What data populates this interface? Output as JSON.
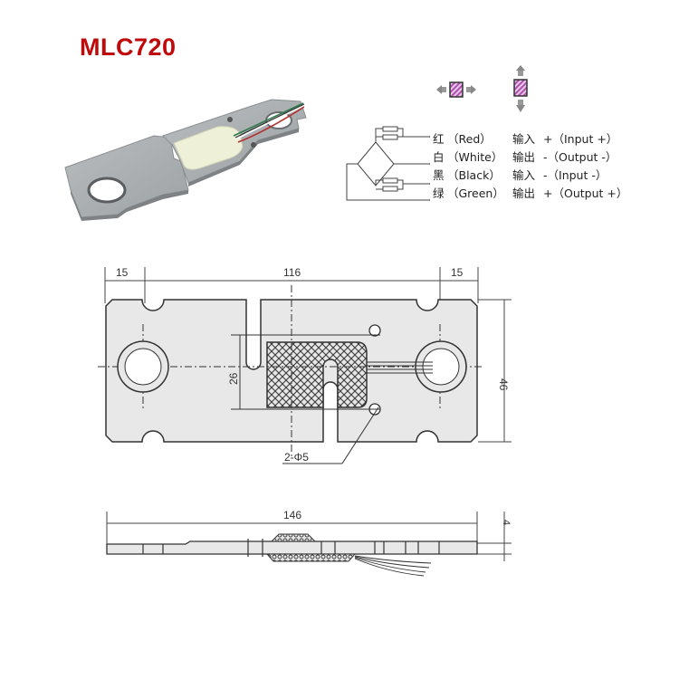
{
  "title": "MLC720",
  "colors": {
    "title": "#c0090b",
    "plate": "#e8e8e8",
    "line": "#333333",
    "strain_gauge_icon": "#c070c0"
  },
  "product_photo": {
    "description": "Shear beam load cell plate photo with colored wires"
  },
  "load_direction_icons": [
    {
      "name": "horizontal-load-direction",
      "arrows": "left-right"
    },
    {
      "name": "vertical-load-direction",
      "arrows": "up-down"
    }
  ],
  "wiring": {
    "rows": [
      {
        "cn_color": "红",
        "en_color": "（Red）",
        "cn_func": "输入",
        "en_func": "+（Input  +）"
      },
      {
        "cn_color": "白",
        "en_color": "（White）",
        "cn_func": "输出",
        "en_func": "-（Output -）"
      },
      {
        "cn_color": "黑",
        "en_color": "（Black）",
        "cn_func": "输入",
        "en_func": "-（Input -）"
      },
      {
        "cn_color": "绿",
        "en_color": "（Green）",
        "cn_func": "输出",
        "en_func": "+（Output +）"
      }
    ]
  },
  "top_view": {
    "dims": {
      "left_margin": "15",
      "center_span": "116",
      "right_margin": "15",
      "height": "46",
      "gauge_height": "26",
      "holes": "2-Φ5"
    }
  },
  "side_view": {
    "dims": {
      "length": "146",
      "thickness": "4"
    }
  }
}
